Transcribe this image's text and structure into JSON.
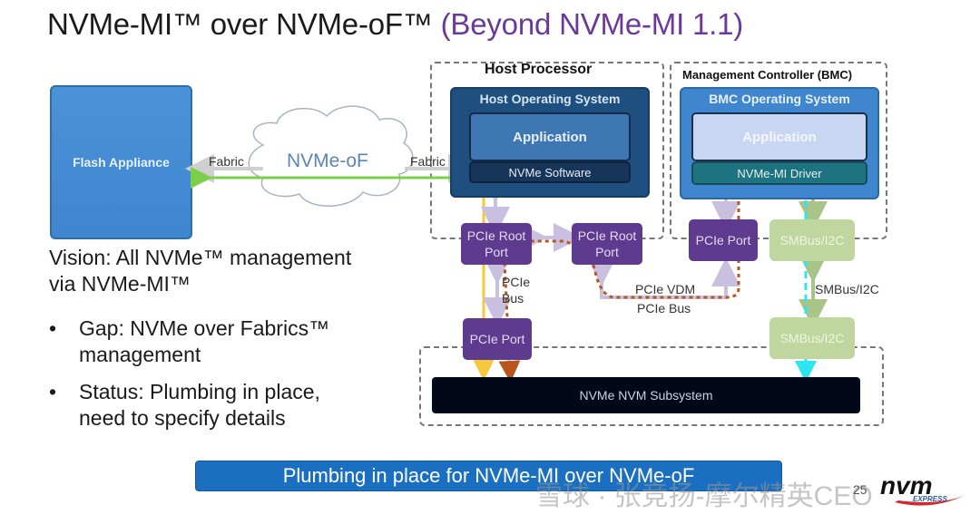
{
  "slide": {
    "title": "NVMe-MI™ over NVMe-oF™ ",
    "subtitle": "(Beyond NVMe-MI 1.1)"
  },
  "diagram": {
    "flash_appliance": "Flash Appliance",
    "fabric_left": "Fabric",
    "fabric_right": "Fabric",
    "cloud_label": "NVMe-oF",
    "host_processor": {
      "label": "Host Processor",
      "os_label": "Host Operating System",
      "application": "Application",
      "software": "NVMe Software",
      "root_port_1": "PCIe Root Port",
      "root_port_2": "PCIe Root Port"
    },
    "bmc": {
      "label": "Management Controller (BMC)",
      "os_label": "BMC Operating System",
      "application": "Application",
      "driver": "NVMe-MI Driver",
      "pcie_port": "PCIe Port",
      "smbus": "SMBus/I2C"
    },
    "links": {
      "pcie_bus_vertical": "PCIe Bus",
      "pcie_vdm": "PCIe VDM",
      "pcie_bus_horizontal": "PCIe Bus",
      "smbus_link": "SMBus/I2C"
    },
    "subsystem": {
      "pcie_port": "PCIe Port",
      "smbus": "SMBus/I2C",
      "label": "NVMe NVM Subsystem"
    },
    "colors": {
      "pcie_purple": "#5e3b8e",
      "smbus_green": "#bfd79e",
      "nvmeof_green": "#7ccf4a",
      "inband_yellow": "#f5c93a",
      "vdm_orange": "#b8561e",
      "smbus_cyan": "#2ee6f0",
      "title_purple": "#6a3a9a"
    }
  },
  "text": {
    "vision_line1": "Vision: All NVMe™  management",
    "vision_line2": "via NVMe-MI™",
    "bullet_char": "•",
    "gap_line1": "Gap: NVMe over Fabrics™",
    "gap_line2": "management",
    "status_line1": "Status: Plumbing in place,",
    "status_line2": "need to specify details"
  },
  "footer": {
    "banner": "Plumbing in place for NVMe-MI over NVMe-oF",
    "watermark": "雪球 · 张竞扬-摩尔精英CEO",
    "page_number": "25",
    "logo_text": "nvm",
    "logo_sub": "EXPRESS"
  }
}
